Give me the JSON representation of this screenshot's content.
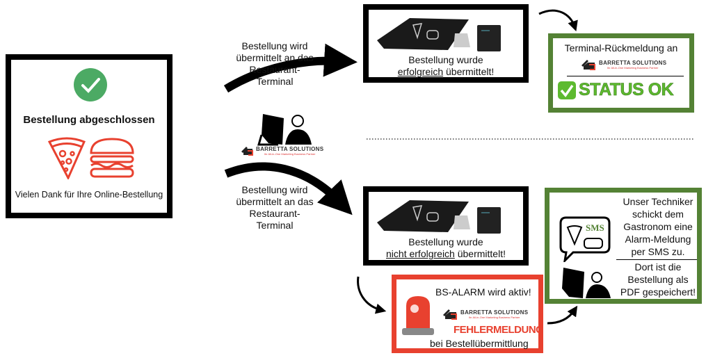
{
  "order_box": {
    "title": "Bestellung abgeschlossen",
    "thanks": "Vielen Dank für Ihre Online-Bestellung",
    "check_color": "#4caa64",
    "food_color": "#e8412f"
  },
  "arrow_top_label": [
    "Bestellung wird",
    "übermittelt an das",
    "Restaurant-",
    "Terminal"
  ],
  "arrow_bottom_label": [
    "Bestellung wird",
    "übermittelt an das",
    "Restaurant-",
    "Terminal"
  ],
  "brand": {
    "name": "BARRETTA SOLUTIONS",
    "tagline": "Ihr All-in-One Marketing Business Partner"
  },
  "terminal_success": {
    "line1": "Bestellung wurde",
    "emph": "erfolgreich",
    "rest": " übermittelt!"
  },
  "terminal_fail": {
    "line1": "Bestellung wurde",
    "emph": "nicht erfolgreich",
    "rest": " übermittelt!"
  },
  "status_box": {
    "title": "Terminal-Rückmeldung an",
    "status": "STATUS OK",
    "color": "#548235",
    "status_color": "#5dba2f"
  },
  "alarm_box": {
    "title": "BS-ALARM wird aktiv!",
    "error": "FEHLERMELDUNG",
    "sub": "bei Bestellübermittlung",
    "color": "#e8412f"
  },
  "sms_box": {
    "sms_label": "SMS",
    "text1": [
      "Unser Techniker",
      "schickt dem",
      "Gastronom eine",
      "Alarm-Meldung",
      "per SMS zu."
    ],
    "text2": [
      "Dort ist die",
      "Bestellung als",
      "PDF gespeichert!"
    ]
  }
}
